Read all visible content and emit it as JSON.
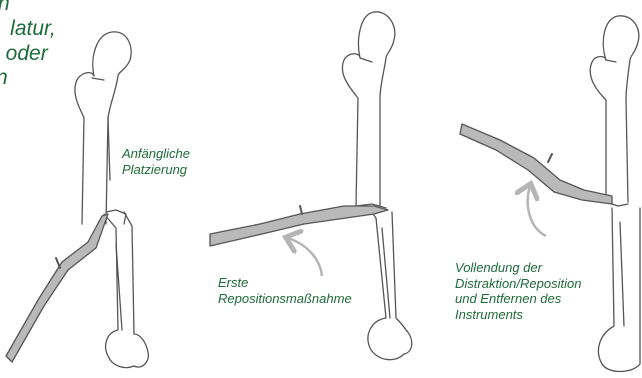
{
  "colors": {
    "label_green": "#1e6b3a",
    "outline": "#555555",
    "instrument_fill": "#b9b9b9",
    "arrow_gray": "#b5b5b5"
  },
  "intro_text": [
    "n",
    "latur,",
    "oder",
    "n"
  ],
  "labels": {
    "initial_placement": [
      "Anfängliche",
      "Platzierung"
    ],
    "first_reduction": [
      "Erste",
      "Repositionsmaßnahme"
    ],
    "completion": [
      "Vollendung der",
      "Distraktion/Reposition",
      "und Entfernen des",
      "Instruments"
    ]
  },
  "panels": [
    {
      "step": "initial_placement"
    },
    {
      "step": "first_reduction"
    },
    {
      "step": "completion"
    }
  ]
}
